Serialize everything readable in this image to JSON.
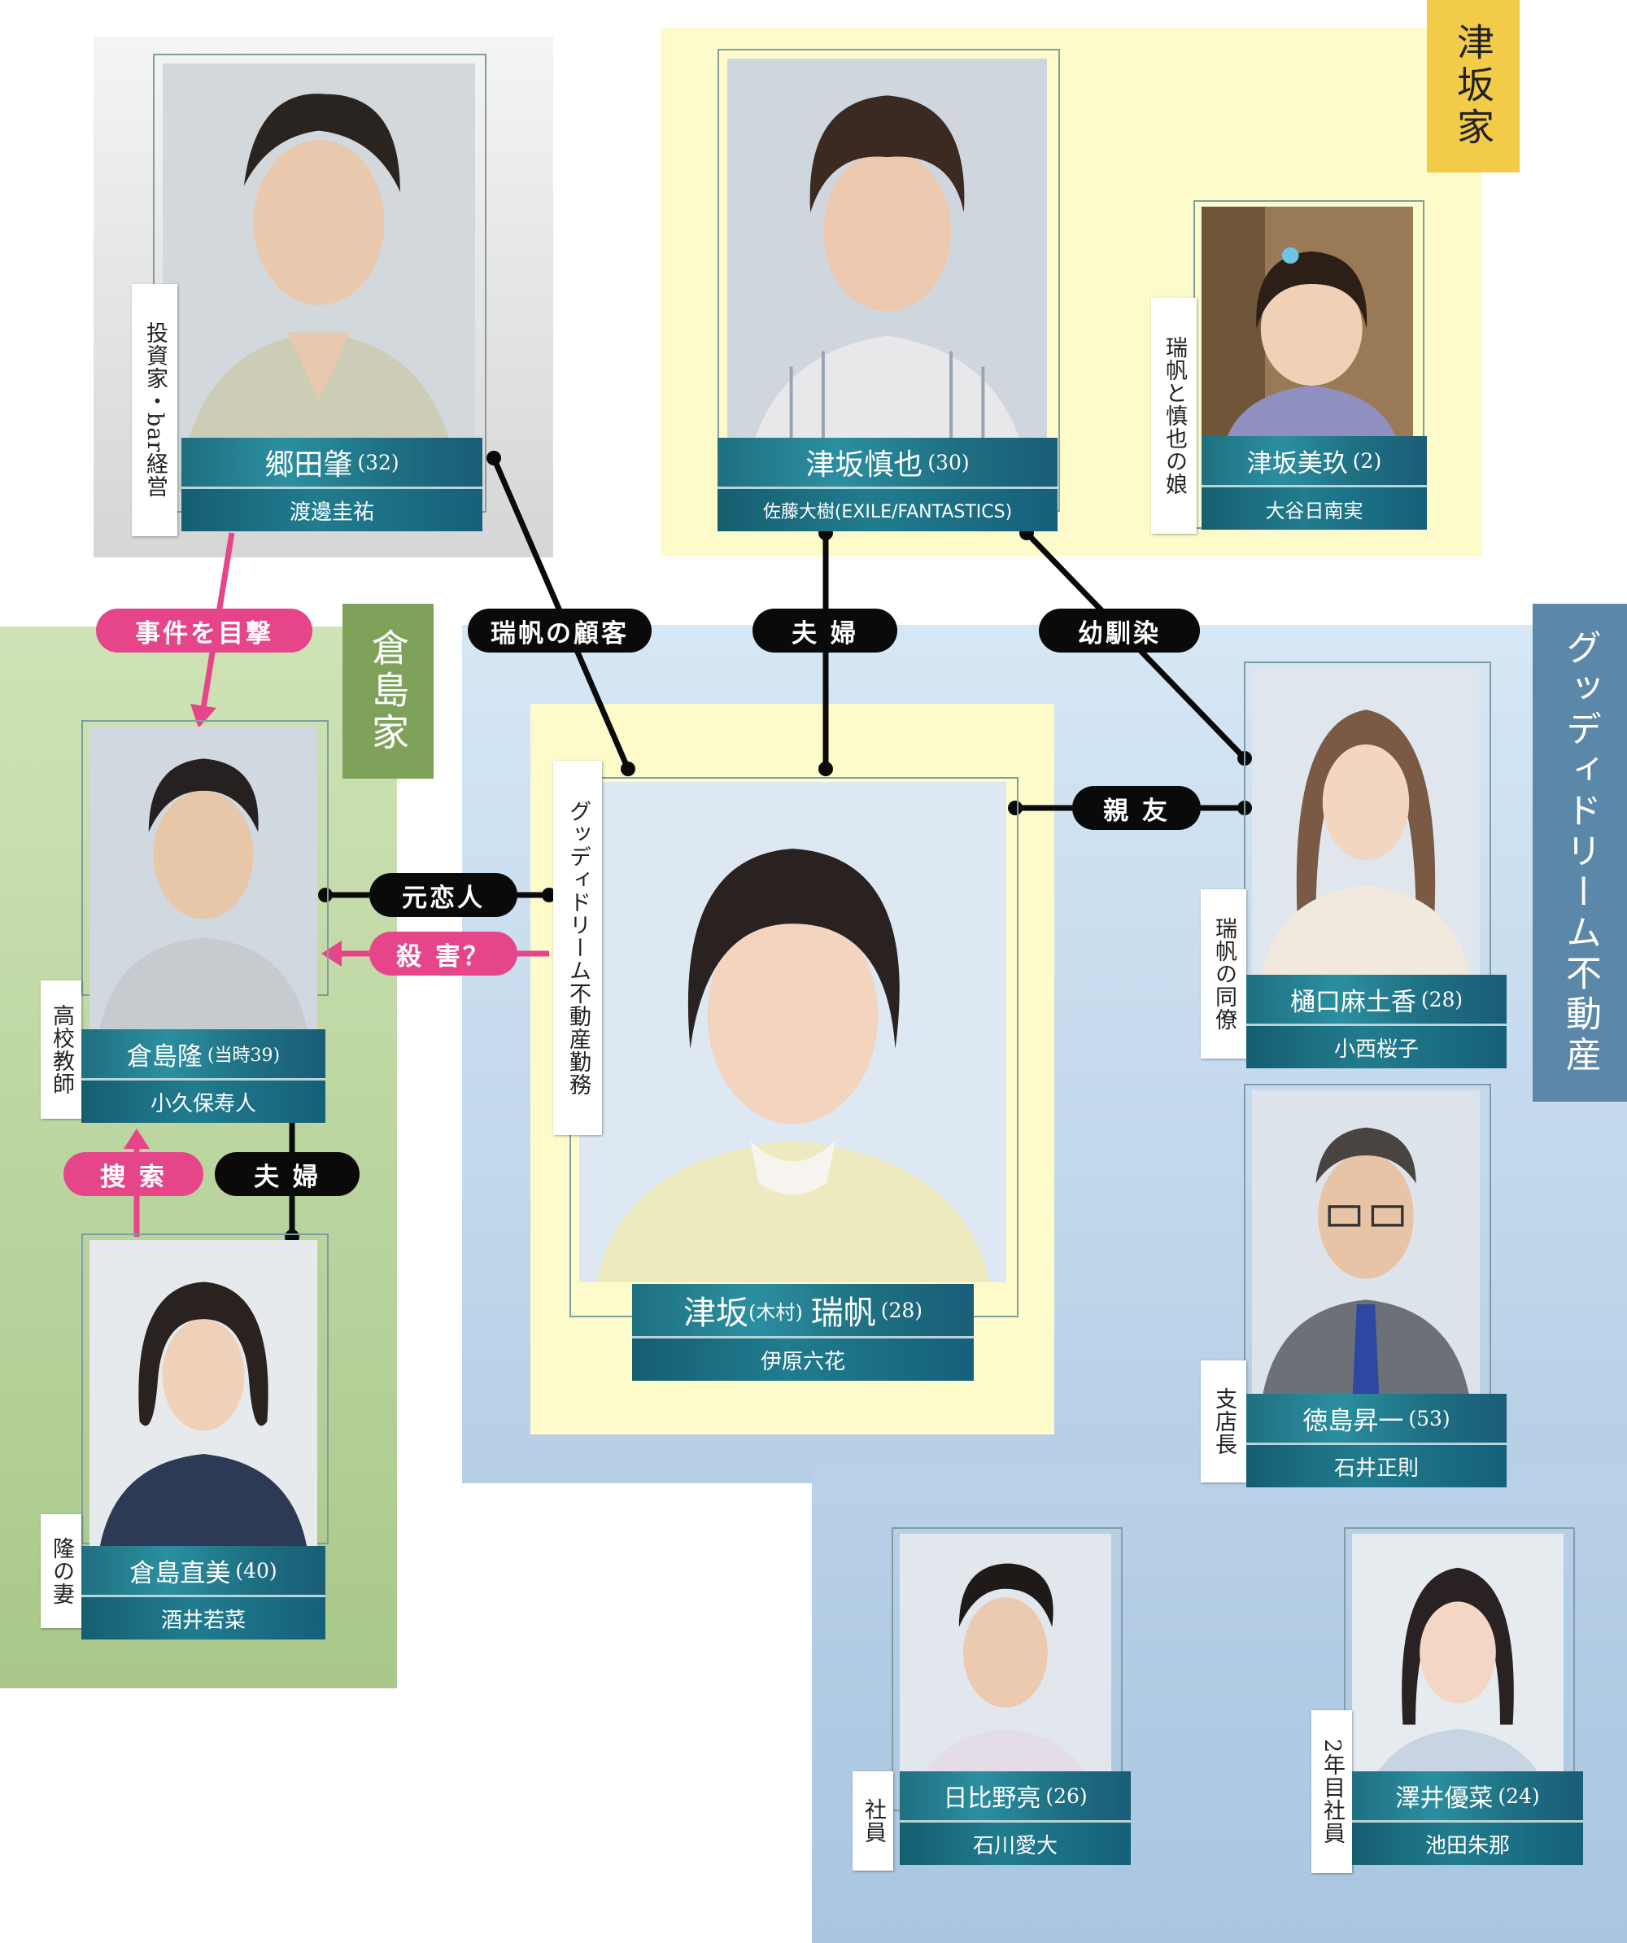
{
  "groups": {
    "tsusaka": "津坂家",
    "kurashima": "倉島家",
    "gooddream": "グッディドリーム不動産"
  },
  "people": {
    "goda": {
      "role": "投資家・bar経営",
      "name": "郷田肇",
      "age": "(32)",
      "actor": "渡邊圭祐"
    },
    "shinya": {
      "role": "",
      "name": "津坂慎也",
      "age": "(30)",
      "actor": "佐藤大樹(EXILE/FANTASTICS)"
    },
    "mikyu": {
      "role": "瑞帆と慎也の娘",
      "name": "津坂美玖",
      "age": "(2)",
      "actor": "大谷日南実"
    },
    "mizuho": {
      "role": "グッディドリーム不動産勤務",
      "name": "津坂",
      "name_paren": "(木村)",
      "name2": "瑞帆",
      "age": "(28)",
      "actor": "伊原六花"
    },
    "takashi": {
      "role": "高校教師",
      "name": "倉島隆",
      "age": "(当時39)",
      "actor": "小久保寿人"
    },
    "naomi": {
      "role": "隆の妻",
      "name": "倉島直美",
      "age": "(40)",
      "actor": "酒井若菜"
    },
    "higuchi": {
      "role": "瑞帆の同僚",
      "name": "樋口麻土香",
      "age": "(28)",
      "actor": "小西桜子"
    },
    "tokushima": {
      "role": "支店長",
      "name": "徳島昇一",
      "age": "(53)",
      "actor": "石井正則"
    },
    "hibino": {
      "role": "社員",
      "name": "日比野亮",
      "age": "(26)",
      "actor": "石川愛大"
    },
    "sawai": {
      "role": "2年目社員",
      "name": "澤井優菜",
      "age": "(24)",
      "actor": "池田朱那"
    }
  },
  "relations": {
    "witness": "事件を目撃",
    "client": "瑞帆の顧客",
    "married_tsusaka": "夫 婦",
    "childhood": "幼馴染",
    "best_friend": "親 友",
    "ex_lover": "元恋人",
    "murder": "殺 害？",
    "search": "捜 索",
    "married_kurashima": "夫 婦"
  },
  "colors": {
    "yellow_zone": "#fdfbca",
    "green_zone": "#b5d394",
    "blue_zone": "#c3daee",
    "green_tag": "#7ea25a",
    "yellow_tag": "#f2cb49",
    "blue_tag": "#5b87a8",
    "pink": "#e6458a",
    "black": "#0a0a0a",
    "plate_teal": "#1f6f80"
  }
}
